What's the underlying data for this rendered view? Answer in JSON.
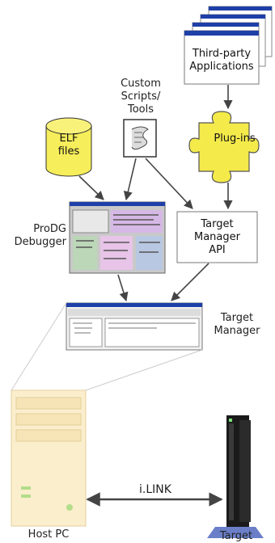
{
  "labels": {
    "elf_files": "ELF\nfiles",
    "custom_scripts": "Custom\nScripts/\nTools",
    "third_party": "Third-party\nApplications",
    "plugins": "Plug-ins",
    "target_manager_api": "Target\nManager\nAPI",
    "prodg_debugger": "ProDG\nDebugger",
    "target_manager": "Target\nManager",
    "ilink": "i.LINK",
    "host_pc": "Host PC",
    "target": "Target"
  },
  "colors": {
    "elf_fill": "#f6ee5a",
    "plugin_fill": "#f4ea4a",
    "window_title": "#1f3fa8",
    "arrow": "#444444",
    "pc_fill": "#fbeecd",
    "target_fill": "#1a1a1a",
    "target_base": "#6a7fc8"
  }
}
